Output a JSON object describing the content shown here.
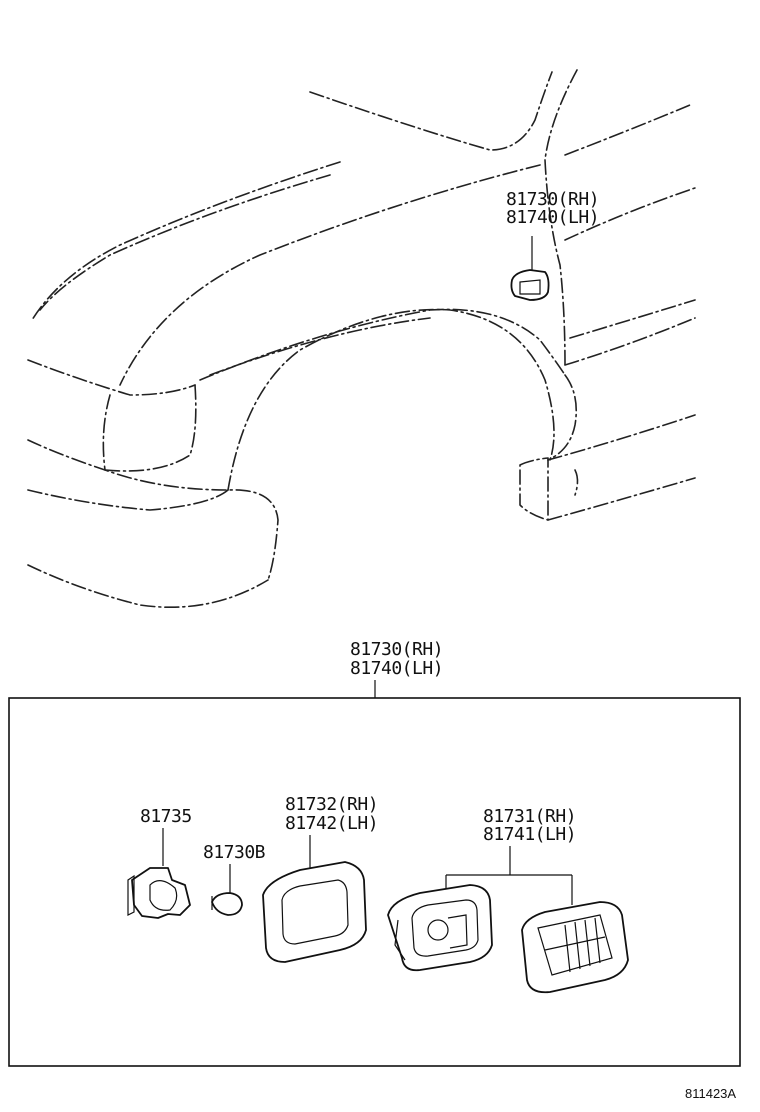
{
  "diagram": {
    "upper_callout": {
      "line1": "81730(RH)",
      "line2": "81740(LH)"
    },
    "assembly_callout": {
      "line1": "81730(RH)",
      "line2": "81740(LH)"
    },
    "parts": {
      "socket": "81735",
      "bulb": "81730B",
      "gasket": {
        "line1": "81732(RH)",
        "line2": "81742(LH)"
      },
      "lamp": {
        "line1": "81731(RH)",
        "line2": "81741(LH)"
      }
    },
    "illustration_code": "811423A"
  }
}
